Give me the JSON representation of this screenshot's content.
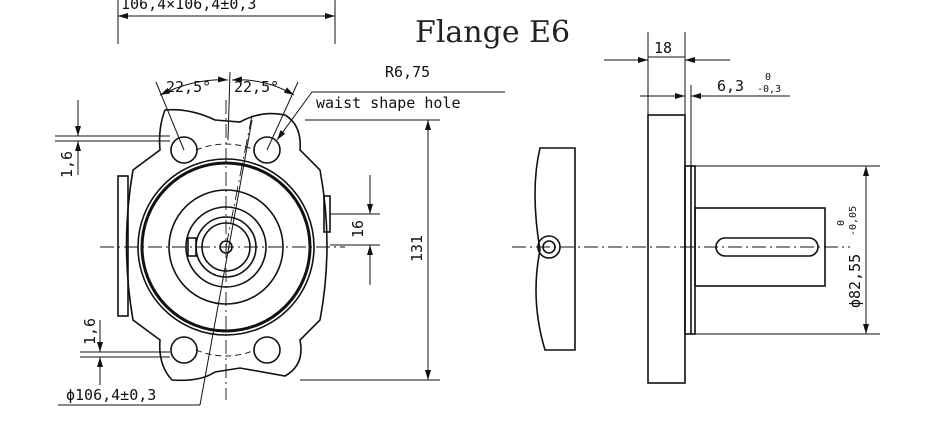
{
  "title": "Flange E6",
  "front_view": {
    "top_dimension": "106,4×106,4±0,3",
    "angle_left": "22,5°",
    "angle_right": "22,5°",
    "radius": "R6,75",
    "note": "waist shape hole",
    "offset_top": "1,6",
    "offset_bottom": "1,6",
    "key_width": "16",
    "height": "131",
    "bolt_circle": "ϕ106,4±0,3"
  },
  "side_view": {
    "flange_thickness": "18",
    "step_value": "6,3",
    "step_tol_upper": "0",
    "step_tol_lower": "-0,3",
    "pilot_diameter": "ϕ82,55",
    "pilot_tol_upper": "0",
    "pilot_tol_lower": "-0,05"
  }
}
